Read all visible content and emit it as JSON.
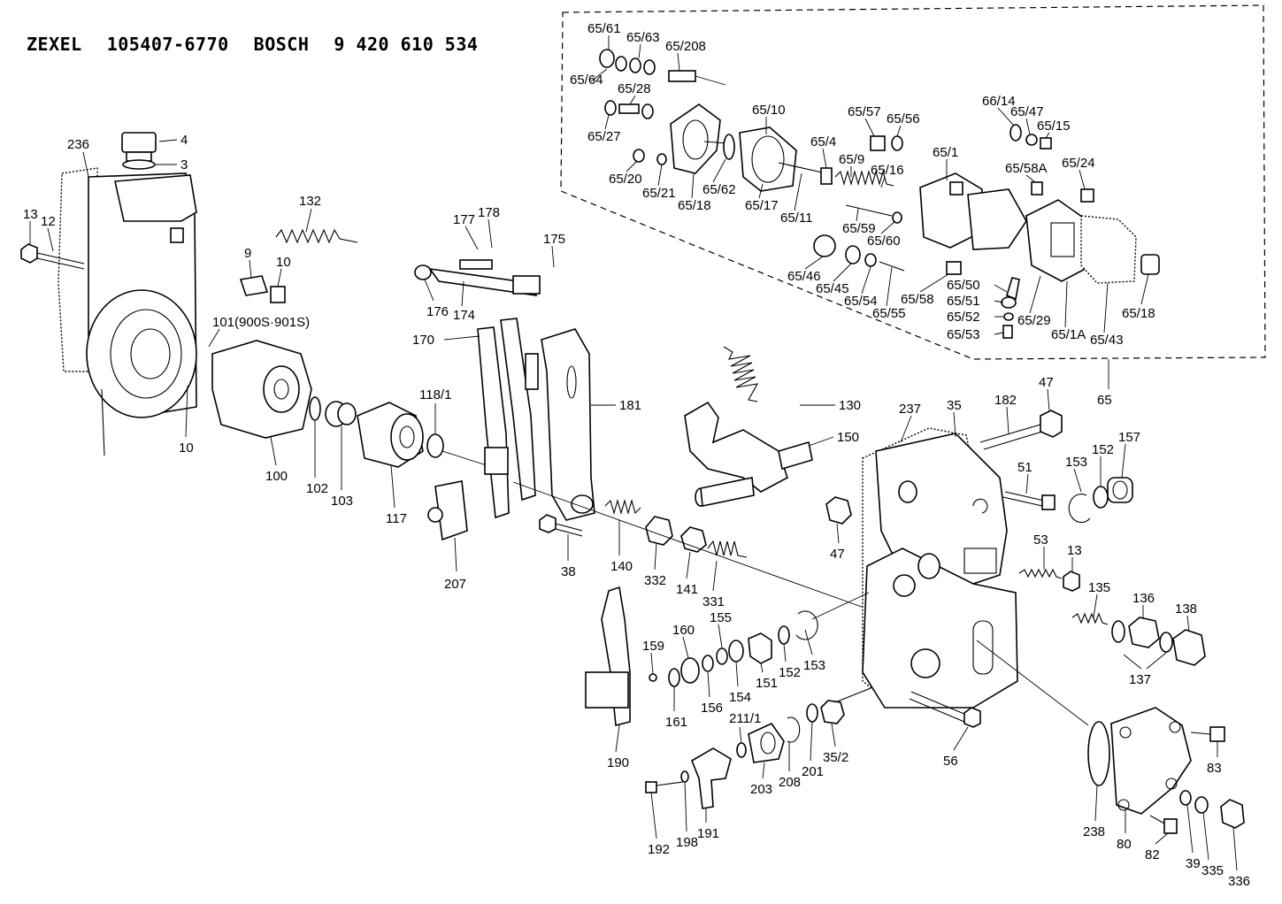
{
  "header": {
    "maker1": "ZEXEL",
    "number1": "105407-6770",
    "maker2": "BOSCH",
    "number2": "9 420 610 534"
  },
  "labels": {
    "l236": "236",
    "l4": "4",
    "l3": "3",
    "l13a": "13",
    "l12": "12",
    "l132": "132",
    "l9": "9",
    "l10a": "10",
    "l101": "101(900S·901S)",
    "l10b": "10",
    "l100": "100",
    "l102": "102",
    "l103": "103",
    "l117": "117",
    "l118": "118/1",
    "l177": "177",
    "l178": "178",
    "l175": "175",
    "l176": "176",
    "l174": "174",
    "l170": "170",
    "l181": "181",
    "l207": "207",
    "l38": "38",
    "l140": "140",
    "l332": "332",
    "l141": "141",
    "l331": "331",
    "l130": "130",
    "l150": "150",
    "l237": "237",
    "l35": "35",
    "l182": "182",
    "l47a": "47",
    "l65": "65",
    "l51": "51",
    "l153a": "153",
    "l152a": "152",
    "l157": "157",
    "l47b": "47",
    "l53": "53",
    "l13b": "13",
    "l135": "135",
    "l136": "136",
    "l138": "138",
    "l137": "137",
    "l190": "190",
    "l159": "159",
    "l160": "160",
    "l155": "155",
    "l161": "161",
    "l156": "156",
    "l154": "154",
    "l151": "151",
    "l152b": "152",
    "l153b": "153",
    "l211": "211/1",
    "l203": "203",
    "l208": "208",
    "l201": "201",
    "l352": "35/2",
    "l56": "56",
    "l83": "83",
    "l192": "192",
    "l198": "198",
    "l191": "191",
    "l238": "238",
    "l80": "80",
    "l82": "82",
    "l39": "39",
    "l335": "335",
    "l336": "336",
    "i6561": "65/61",
    "i6563": "65/63",
    "i65208": "65/208",
    "i6564": "65/64",
    "i6528": "65/28",
    "i6527": "65/27",
    "i6510": "65/10",
    "i6520": "65/20",
    "i6521": "65/21",
    "i6518a": "65/18",
    "i6562": "65/62",
    "i6517": "65/17",
    "i6511": "65/11",
    "i6557": "65/57",
    "i6556": "65/56",
    "i654": "65/4",
    "i659": "65/9",
    "i6516": "65/16",
    "i651": "65/1",
    "i6614": "66/14",
    "i6547": "65/47",
    "i6515": "65/15",
    "i6558a": "65/58A",
    "i6524": "65/24",
    "i6559": "65/59",
    "i6560": "65/60",
    "i6546": "65/46",
    "i6545": "65/45",
    "i6554": "65/54",
    "i6555": "65/55",
    "i6558": "65/58",
    "i6550": "65/50",
    "i6551": "65/51",
    "i6552": "65/52",
    "i6553": "65/53",
    "i6529": "65/29",
    "i651a": "65/1A",
    "i6543": "65/43",
    "i6518b": "65/18"
  }
}
